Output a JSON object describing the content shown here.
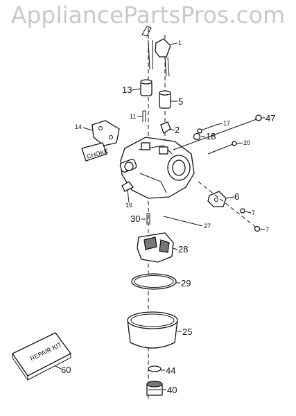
{
  "watermark": "AppliancePartsPros.com",
  "kit_label": "REPAIR KIT",
  "choke_tag": "CHOKE",
  "callouts": [
    "1",
    "13",
    "5",
    "11",
    "2",
    "14",
    "17",
    "18",
    "47",
    "20",
    "6",
    "16",
    "7",
    "7",
    "30",
    "27",
    "28",
    "29",
    "25",
    "60",
    "44",
    "40"
  ]
}
